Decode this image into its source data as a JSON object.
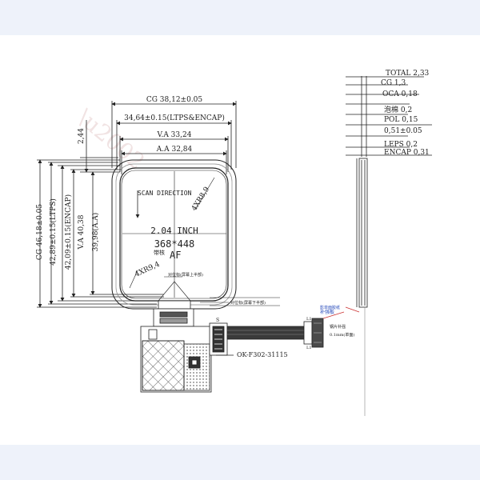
{
  "drawing": {
    "top_dims": {
      "cg_width": "CG 38,12±0.05",
      "ltps_width": "34,64±0.15(LTPS&ENCAP)",
      "va_width": "V.A 33,24",
      "aa_width": "A.A 32,84",
      "top_gap": "2,44"
    },
    "left_dims": {
      "cg_height": "CG 46,18±0.05",
      "ltps_height": "42,89±0.15(LTPS)",
      "encap_height": "42,09±0.15(ENCAP)",
      "va_height": "V.A 40,38",
      "aa_height": "39,98(A.A)"
    },
    "display": {
      "scan_direction": "SCAN DIRECTION",
      "corner_top_right": "4XR8,9",
      "corner_bottom_left": "4XR9,4",
      "size": "2.04  INCH",
      "resolution": "368*448",
      "type": "AMOLED",
      "type_fragment_a": "带核",
      "type_fragment_b": "AF"
    },
    "alignment_marks": {
      "mark_center": "对位标(屏幕上半部)",
      "mark_right": "对位标(屏幕下半部)"
    },
    "connector": {
      "part_number": "OK-F302-31115",
      "tab_label": "S",
      "pin_left": "L1",
      "pin_right": "L1",
      "stiffener_note": "补强板",
      "end_note": "钢片补强",
      "end_note_sub": "0.1mm(单面)"
    },
    "stack": {
      "total": "TOTAL 2,33",
      "cg": "CG 1,3",
      "oca": "OCA 0,18",
      "foam": "泡棉 0,2",
      "pol": "POL 0,15",
      "ltps": "0,51±0.05",
      "leps": "LEPS 0,2",
      "encap": "ENCAP 0,31",
      "tape": "影单面胶纸"
    }
  }
}
